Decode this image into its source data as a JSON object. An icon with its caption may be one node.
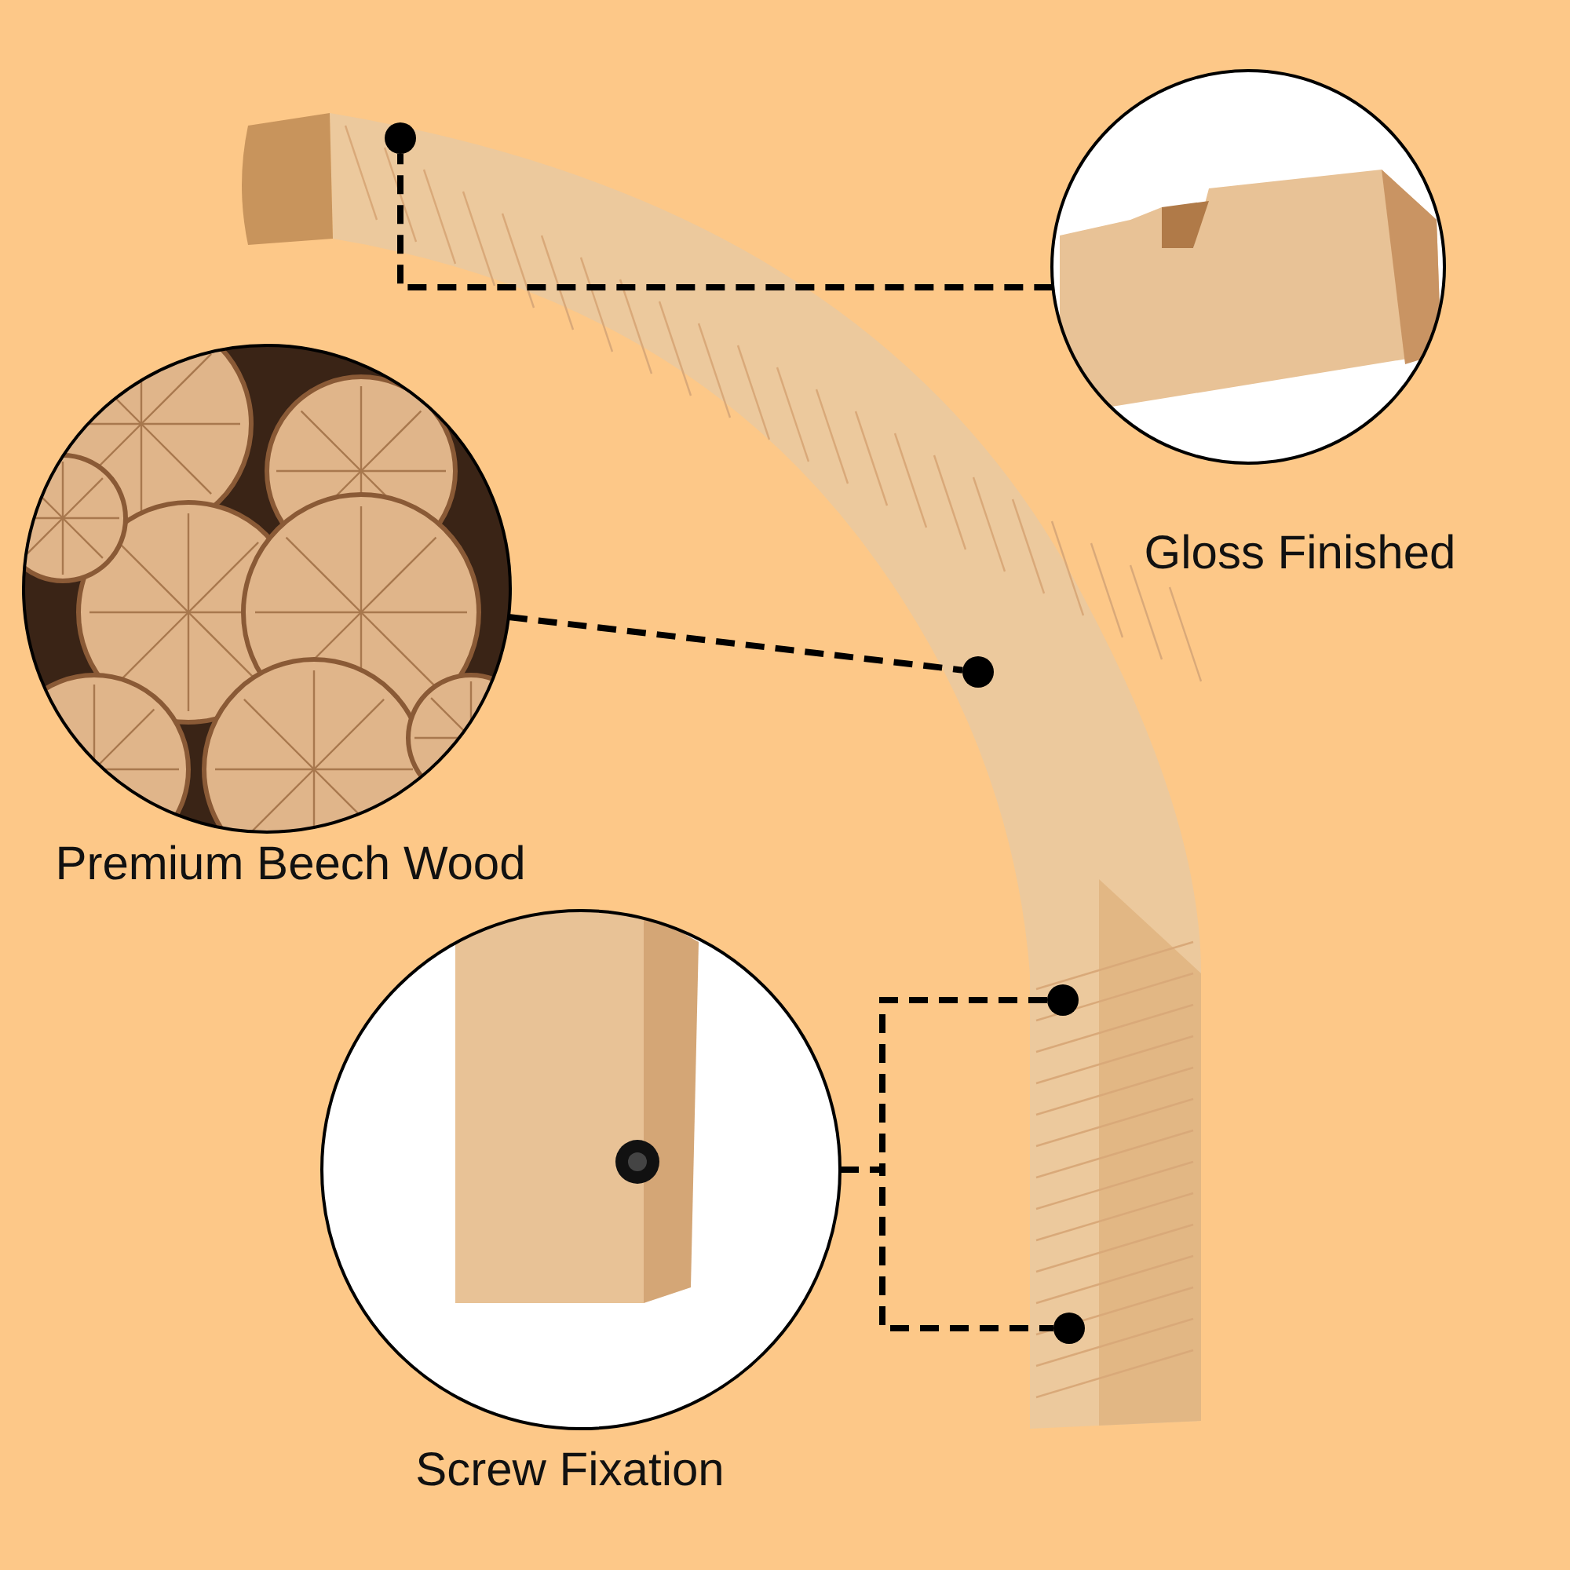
{
  "diagram": {
    "nodes": [
      {
        "text": [
          "Gloss Finished"
        ]
      },
      {
        "text": [
          "Premium Beech Wood"
        ]
      },
      {
        "text": [
          "Screw Fixation"
        ]
      },
      {
        "text": [],
        "shape": "circle"
      },
      {
        "text": [],
        "shape": "circle"
      },
      {
        "text": [],
        "shape": "circle"
      },
      {
        "text": [],
        "shape": "circle"
      }
    ],
    "edges": [
      {
        "from": 0,
        "to": 3,
        "arrow": "none",
        "style": "dashed"
      },
      {
        "from": 1,
        "to": 4,
        "arrow": "none",
        "style": "dashed"
      },
      {
        "from": 2,
        "to": 5,
        "arrow": "none",
        "style": "dashed"
      },
      {
        "from": 2,
        "to": 6,
        "arrow": "none",
        "style": "dashed"
      }
    ]
  }
}
